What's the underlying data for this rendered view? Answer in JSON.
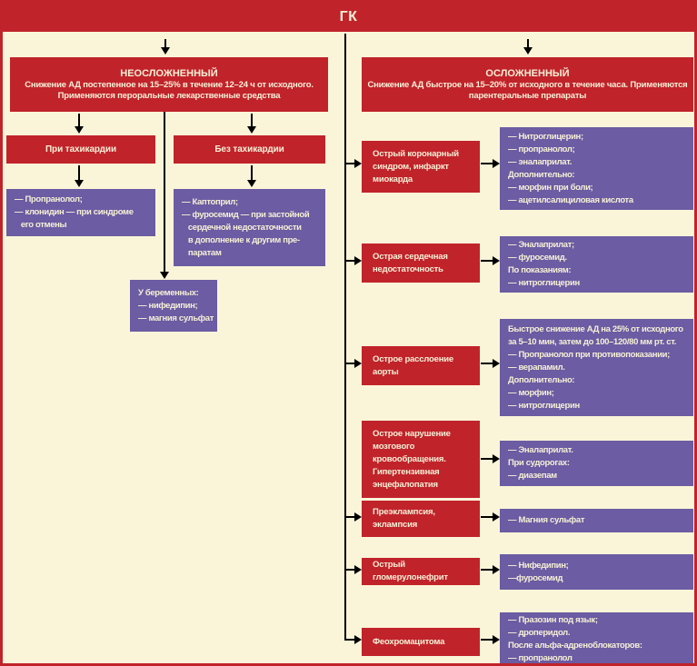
{
  "root": {
    "title": "ГК"
  },
  "left_branch": {
    "header": {
      "title": "НЕОСЛОЖНЕННЫЙ",
      "subtitle": "Снижение АД постепенное на 15–25% в течение 12–24 ч от исходного.\nПрименяются пероральные лекарственные средства"
    },
    "tachycardia": {
      "label": "При тахикардии",
      "drugs": "— Пропранолол;\n— клонидин — при синдроме\n   его отмены"
    },
    "no_tachycardia": {
      "label": "Без тахикардии",
      "drugs": "— Каптоприл;\n— фуросемид — при застойной\n   сердечной недостаточности\n   в дополнение к другим пре-\n   паратам"
    },
    "pregnant": "У беременных:\n— нифедипин;\n— магния сульфат"
  },
  "right_branch": {
    "header": {
      "title": "ОСЛОЖНЕННЫЙ",
      "subtitle": "Снижение АД быстрое на 15–20% от исходного в течение часа. Применяются\nпарентеральные препараты"
    },
    "rows": [
      {
        "condition": "Острый коронарный\nсиндром, инфаркт\nмиокарда",
        "treatment": "— Нитроглицерин;\n— пропранолол;\n— эналаприлат.\nДополнительно:\n— морфин при боли;\n— ацетилсалициловая кислота"
      },
      {
        "condition": "Острая сердечная\nнедостаточность",
        "treatment": "— Эналаприлат;\n— фуросемид.\nПо показаниям:\n— нитроглицерин"
      },
      {
        "condition": "Острое расслоение\nаорты",
        "treatment": "Быстрое снижение АД на 25% от исходного\nза 5–10 мин, затем до 100–120/80 мм рт. ст.\n— Пропранолол при противопоказании;\n— верапамил.\nДополнительно:\n— морфин;\n— нитроглицерин"
      },
      {
        "condition": "Острое нарушение\nмозгового\nкровообращения.\nГипертензивная\nэнцефалопатия",
        "treatment": "— Эналаприлат.\nПри судорогах:\n— диазепам"
      },
      {
        "condition": "Преэклампсия,\nэклампсия",
        "treatment": "— Магния сульфат"
      },
      {
        "condition": "Острый гломерулонефрит",
        "treatment": "— Нифедипин;\n—фуросемид"
      },
      {
        "condition": "Феохромацитома",
        "treatment": "— Празозин под язык;\n— дроперидол.\nПосле альфа-адреноблокаторов:\n— пропранолол"
      }
    ]
  },
  "colors": {
    "red": "#c1232b",
    "purple": "#6b5ca3",
    "background": "#faf5d8",
    "box_text": "#f6f0d6",
    "connector": "#000000"
  }
}
